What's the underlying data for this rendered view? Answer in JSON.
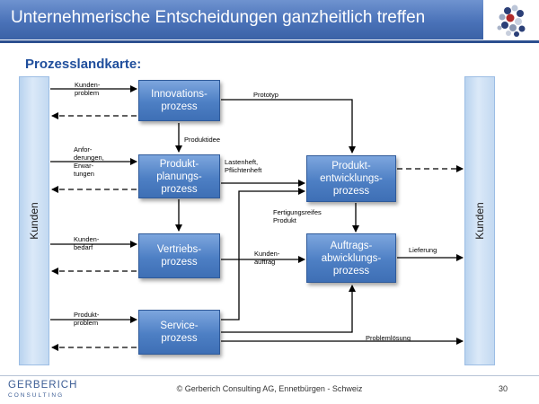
{
  "header": {
    "title": "Unternehmerische Entscheidungen ganzheitlich treffen"
  },
  "subtitle": "Prozesslandkarte:",
  "customers": {
    "left": "Kunden",
    "right": "Kunden"
  },
  "processes": {
    "innovation": "Innovations-\nprozess",
    "planning": "Produkt-\nplanungs-\nprozess",
    "sales": "Vertriebs-\nprozess",
    "service": "Service-\nprozess",
    "development": "Produkt-\nentwicklungs-\nprozess",
    "order": "Auftrags-\nabwicklungs-\nprozess"
  },
  "labels": {
    "kundenproblem": "Kunden-\nproblem",
    "anforderungen": "Anfor-\nderungen,\nErwar-\ntungen",
    "kundenbedarf": "Kunden-\nbedarf",
    "produktproblem": "Produkt-\nproblem",
    "prototyp": "Prototyp",
    "produktidee": "Produktidee",
    "lastenheft": "Lastenheft,\nPflichtenheft",
    "fertigungsreifes": "Fertigungsreifes\nProdukt",
    "kundenauftrag": "Kunden-\nauftrag",
    "lieferung": "Lieferung",
    "problemloesung": "Problemlösung"
  },
  "footer": {
    "logo": "GERBERICH",
    "logo_sub": "CONSULTING",
    "text": "© Gerberich Consulting AG,  Ennetbürgen - Schweiz",
    "page": "30"
  }
}
